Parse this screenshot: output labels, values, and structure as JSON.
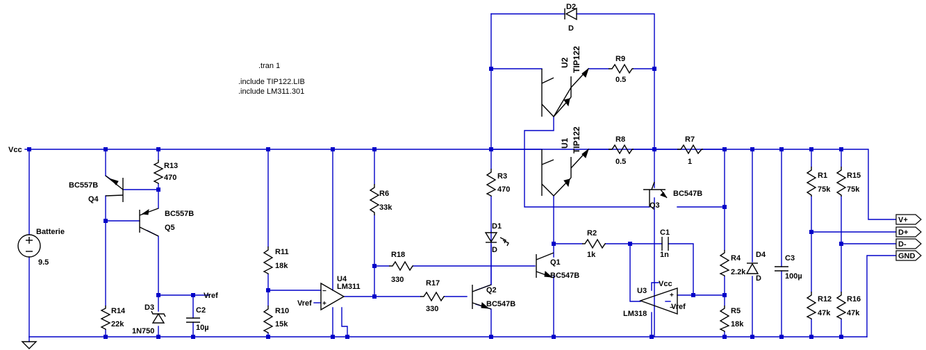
{
  "directives": [
    ".tran 1",
    ".include TIP122.LIB",
    ".include LM311.301"
  ],
  "nets": {
    "vcc": "Vcc",
    "vref": "Vref"
  },
  "ports": [
    "V+",
    "D+",
    "D-",
    "GND"
  ],
  "components": {
    "batt": {
      "name": "Batterie",
      "value": "9.5"
    },
    "q4": {
      "model": "BC557B",
      "name": "Q4"
    },
    "q5": {
      "model": "BC557B",
      "name": "Q5"
    },
    "r13": {
      "name": "R13",
      "value": "470"
    },
    "r14": {
      "name": "R14",
      "value": "22k"
    },
    "d3": {
      "name": "D3",
      "value": "1N750"
    },
    "c2": {
      "name": "C2",
      "value": "10µ"
    },
    "r11": {
      "name": "R11",
      "value": "18k"
    },
    "r10": {
      "name": "R10",
      "value": "15k"
    },
    "u4": {
      "name": "U4",
      "value": "LM311"
    },
    "r6": {
      "name": "R6",
      "value": "33k"
    },
    "r18": {
      "name": "R18",
      "value": "330"
    },
    "r17": {
      "name": "R17",
      "value": "330"
    },
    "q2": {
      "name": "Q2",
      "value": "BC547B"
    },
    "r3": {
      "name": "R3",
      "value": "470"
    },
    "d1": {
      "name": "D1",
      "value": "D"
    },
    "q1": {
      "name": "Q1",
      "value": "BC547B"
    },
    "d2": {
      "name": "D2",
      "value": "D"
    },
    "u2": {
      "name": "U2",
      "value": "TIP122"
    },
    "u1": {
      "name": "U1",
      "value": "TIP122"
    },
    "r9": {
      "name": "R9",
      "value": "0.5"
    },
    "r8": {
      "name": "R8",
      "value": "0.5"
    },
    "r7": {
      "name": "R7",
      "value": "1"
    },
    "q3": {
      "name": "Q3",
      "value": "BC547B"
    },
    "r2": {
      "name": "R2",
      "value": "1k"
    },
    "c1": {
      "name": "C1",
      "value": "1n"
    },
    "u3": {
      "name": "U3",
      "value": "LM318"
    },
    "r4": {
      "name": "R4",
      "value": "2.2k"
    },
    "r5": {
      "name": "R5",
      "value": "18k"
    },
    "d4": {
      "name": "D4",
      "value": "D"
    },
    "c3": {
      "name": "C3",
      "value": "100µ"
    },
    "r1": {
      "name": "R1",
      "value": "75k"
    },
    "r12": {
      "name": "R12",
      "value": "47k"
    },
    "r15": {
      "name": "R15",
      "value": "75k"
    },
    "r16": {
      "name": "R16",
      "value": "47k"
    }
  }
}
